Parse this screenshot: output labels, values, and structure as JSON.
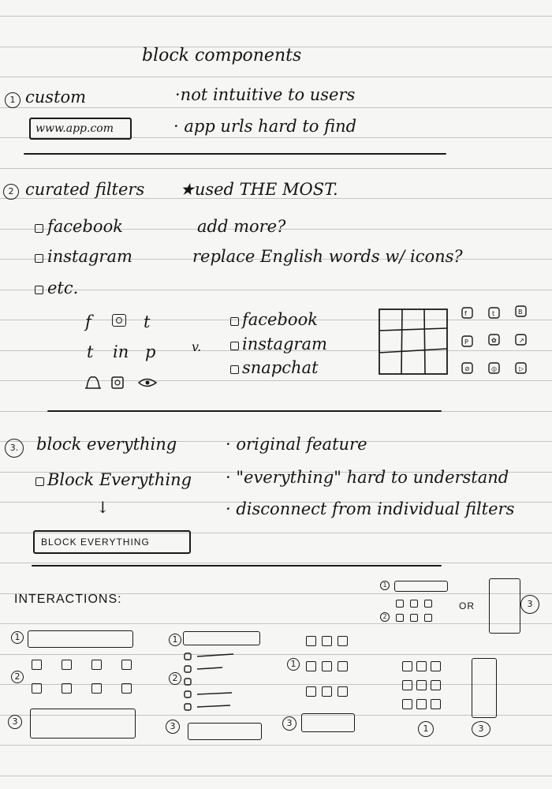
{
  "title": "block components",
  "custom": {
    "number": "1",
    "heading": "custom",
    "url_box": "www.app.com",
    "notes": [
      "·not intuitive to users",
      "· app urls hard to find"
    ]
  },
  "curated": {
    "number": "2",
    "heading": "curated filters",
    "star_note": "★used THE MOST.",
    "items": [
      "facebook",
      "instagram",
      "etc."
    ],
    "notes": [
      "add more?",
      "replace English words w/ icons?"
    ],
    "icon_glyphs": [
      "f",
      "t",
      "t",
      "in",
      "p"
    ],
    "vs": "v.",
    "list_items": [
      "facebook",
      "instagram",
      "snapchat"
    ]
  },
  "block_everything": {
    "number": "3.",
    "heading": "block everything",
    "checkbox_label": "Block Everything",
    "arrow": "↓",
    "button": "BLOCK EVERYTHING",
    "notes": [
      "· original feature",
      "· \"everything\" hard to understand",
      "· disconnect from individual filters"
    ]
  },
  "interactions": {
    "heading": "INTERACTIONS:",
    "or": "OR",
    "labels": [
      "1",
      "2",
      "3"
    ]
  }
}
